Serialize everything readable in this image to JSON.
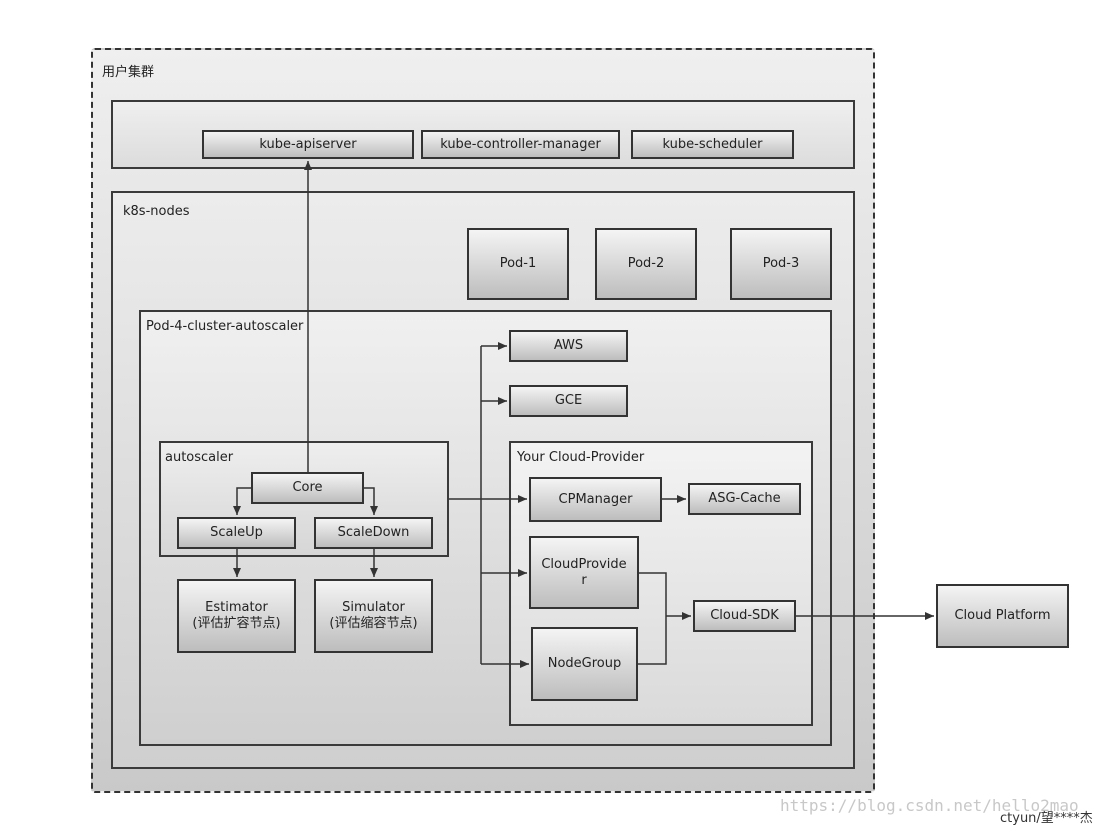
{
  "cluster": {
    "label": "用户集群"
  },
  "control_plane": {
    "components": [
      "kube-apiserver",
      "kube-controller-manager",
      "kube-scheduler"
    ]
  },
  "k8s_nodes": {
    "label": "k8s-nodes",
    "pods": [
      "Pod-1",
      "Pod-2",
      "Pod-3"
    ]
  },
  "autoscaler_pod": {
    "label": "Pod-4-cluster-autoscaler",
    "autoscaler": {
      "label": "autoscaler",
      "core": "Core",
      "scale_up": "ScaleUp",
      "scale_down": "ScaleDown"
    },
    "estimator": {
      "line1": "Estimator",
      "line2": "(评估扩容节点)"
    },
    "simulator": {
      "line1": "Simulator",
      "line2": "(评估缩容节点)"
    },
    "providers": [
      "AWS",
      "GCE"
    ],
    "your_cloud_provider": {
      "label": "Your Cloud-Provider",
      "cp_manager": "CPManager",
      "asg_cache": "ASG-Cache",
      "cloud_provider": {
        "line1": "CloudProvide",
        "line2": "r"
      },
      "node_group": "NodeGroup",
      "cloud_sdk": "Cloud-SDK"
    }
  },
  "cloud_platform": "Cloud Platform",
  "watermark": "https://blog.csdn.net/hello2mao",
  "credit": "ctyun/望****杰",
  "colors": {
    "line": "#333333",
    "border": "#3a3a3a"
  }
}
